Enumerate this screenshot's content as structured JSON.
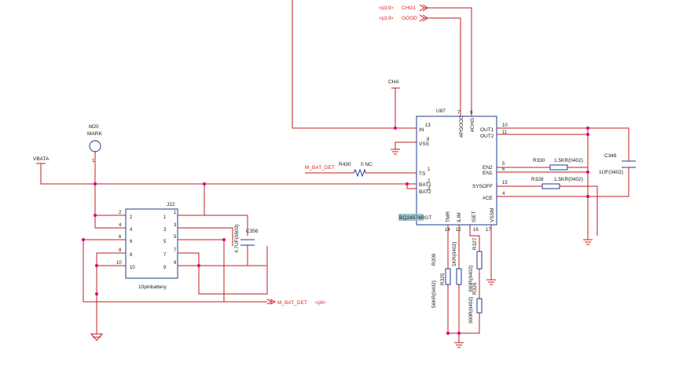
{
  "u87": {
    "ref": "U87",
    "part": "BQ24074RGT",
    "left_pins": [
      {
        "num": "13",
        "name": "IN"
      },
      {
        "num": "8",
        "name": "VSS"
      },
      {
        "num": "1",
        "name": "TS"
      },
      {
        "num": "2",
        "name": "BAT1"
      },
      {
        "num": "3",
        "name": "BAT2"
      }
    ],
    "right_pins": [
      {
        "num": "10",
        "name": "OUT1"
      },
      {
        "num": "11",
        "name": "OUT2"
      },
      {
        "num": "5",
        "name": "EN2"
      },
      {
        "num": "6",
        "name": "EN1"
      },
      {
        "num": "15",
        "name": "SYSOFF"
      },
      {
        "num": "4",
        "name": "#CE"
      }
    ],
    "top_pins": [
      {
        "num": "7",
        "name": "#PGOOD"
      },
      {
        "num": "9",
        "name": "#CHG"
      }
    ],
    "bottom_pins": [
      {
        "num": "14",
        "name": "TMR"
      },
      {
        "num": "12",
        "name": "ILIM"
      },
      {
        "num": "16",
        "name": "ISET"
      },
      {
        "num": "17",
        "name": "VSSM"
      }
    ]
  },
  "j22": {
    "ref": "J22",
    "label": "10pinbattery",
    "pins_left": [
      "2",
      "4",
      "6",
      "8",
      "10"
    ],
    "pins_right": [
      "1",
      "3",
      "5",
      "7",
      "9"
    ]
  },
  "m20": {
    "ref": "M20",
    "value": "MARK",
    "pin": "1"
  },
  "nets": {
    "vbata": "VBATA",
    "cha": "CHA",
    "chg1_ref": "<p3,9>",
    "chg1": "CHG1",
    "good_ref": "<p3,9>",
    "good": "GOOD",
    "m_bat_det_in": "M_BAT_DET",
    "m_bat_det_out": "M_BAT_DET",
    "m_bat_det_ref": "<p9>"
  },
  "components": {
    "r430": {
      "ref": "R430",
      "value": "0 NC"
    },
    "r330": {
      "ref": "R330",
      "value": "1.5KR(0402)"
    },
    "r328a": {
      "ref": "R328",
      "value": "1.5KR(0402)"
    },
    "c348": {
      "ref": "C348",
      "value": "1UF(0402)"
    },
    "c356": {
      "ref": "C356",
      "value": "4.7UF(0603)"
    },
    "r209": {
      "ref": "R209"
    },
    "r325": {
      "ref": "R325",
      "value": "1KR(0402)"
    },
    "r327": {
      "ref": "R327",
      "value": "300R(0402)"
    },
    "r326": {
      "ref": "R326",
      "value": "300R(0402)"
    },
    "r_56k": {
      "value": "56KR(0402)"
    }
  }
}
